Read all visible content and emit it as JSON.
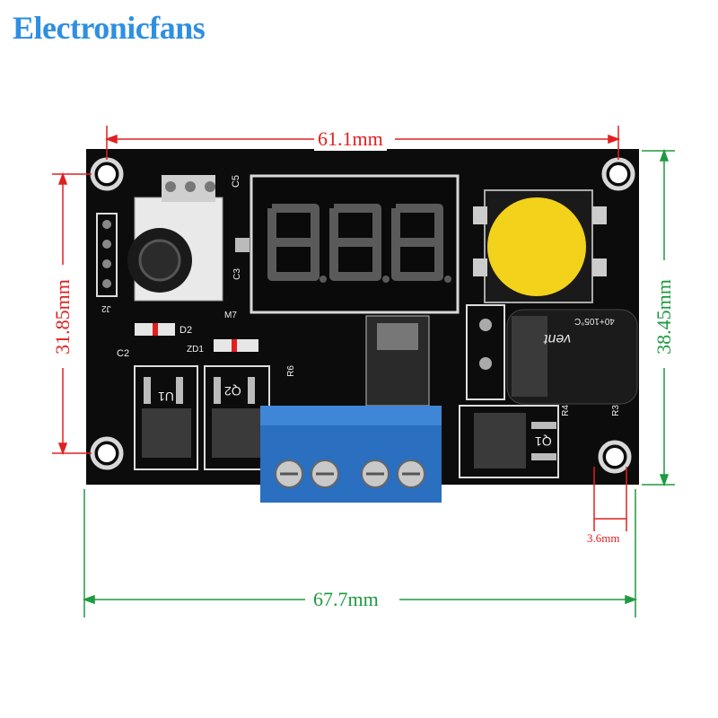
{
  "brand": {
    "name": "Electronicfans",
    "color": "#2f8fe0"
  },
  "dimensions": {
    "top_width": "61.1mm",
    "left_height": "31.85mm",
    "right_height": "38.45mm",
    "hole_offset": "3.6mm",
    "bottom_width": "67.7mm"
  },
  "colors": {
    "red_dim": "#e02020",
    "green_dim": "#1e9a40",
    "pcb": "#0c0c0c",
    "terminal": "#2a6fc0",
    "button": "#f2d21a"
  },
  "pcb_labels": {
    "c5": "C5",
    "d2": "D2",
    "j2": "J2",
    "c2": "C2",
    "zd1": "ZD1",
    "u1": "U1",
    "q2": "Q2",
    "r6": "R6",
    "q1": "Q1",
    "r4": "R4",
    "r3": "R3",
    "c3": "C3",
    "m7": "M7"
  },
  "capacitor_text": {
    "brand": "vent",
    "rating": "40+105°C"
  }
}
